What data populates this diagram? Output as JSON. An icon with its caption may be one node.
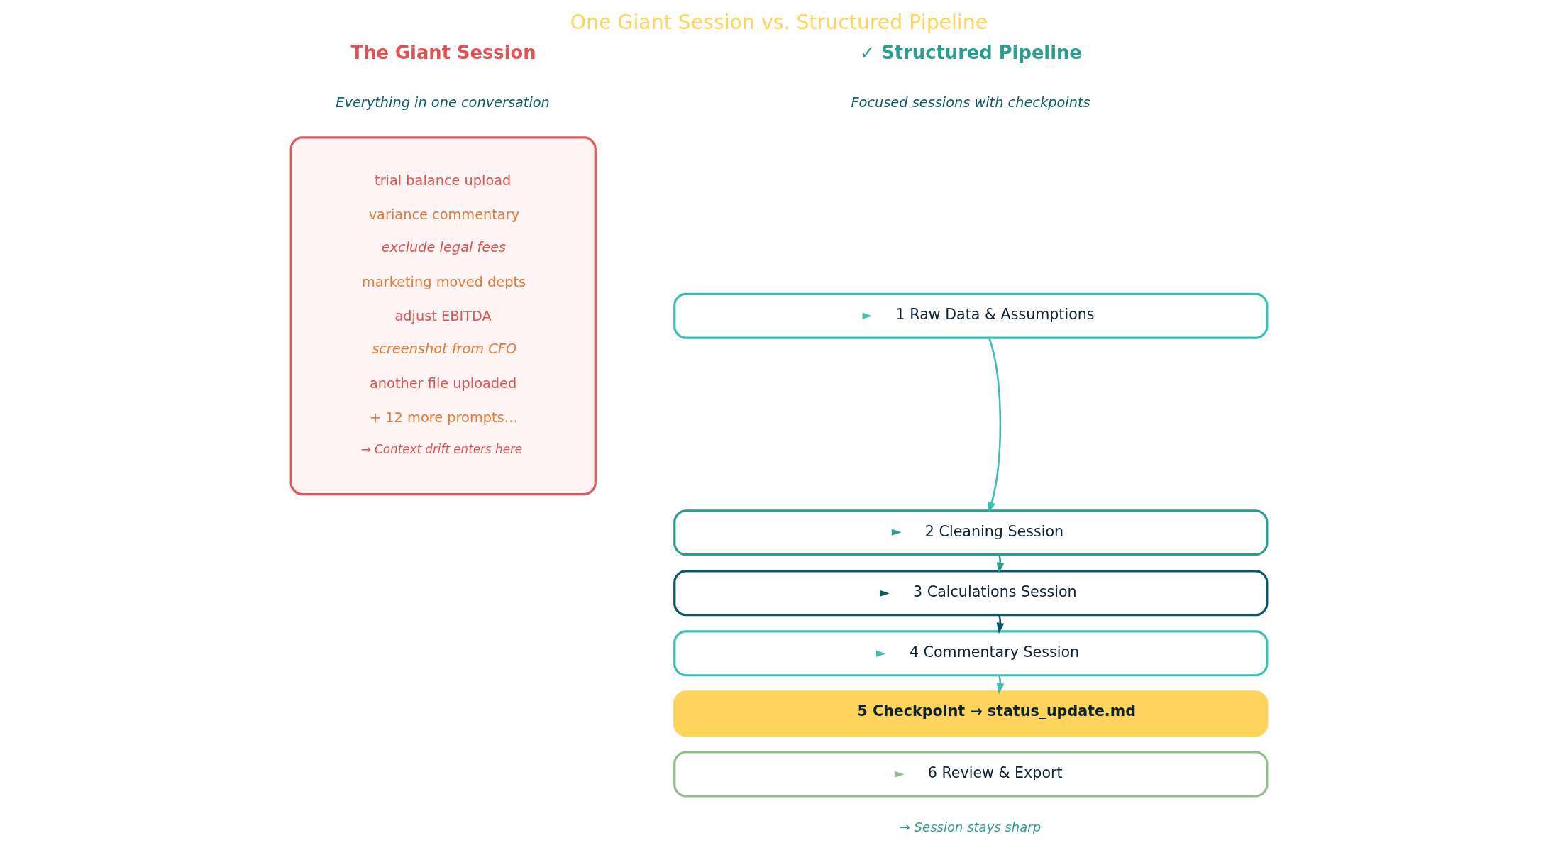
{
  "diagram": {
    "title": "One Giant Session vs. Structured Pipeline",
    "nodes": [
      {
        "text": [
          "trial balance upload",
          "variance commentary",
          "exclude legal fees",
          "marketing moved depts",
          "adjust EBITDA",
          "screenshot from CFO",
          "another file uploaded",
          "+ 12 more prompts…",
          "→ Context drift enters here"
        ]
      },
      {
        "text": [
          "►",
          "1 Raw Data & Assumptions"
        ]
      },
      {
        "text": [
          "►",
          "2 Cleaning Session"
        ]
      },
      {
        "text": [
          "►",
          "3 Calculations Session"
        ]
      },
      {
        "text": [
          "►",
          "4 Commentary Session"
        ]
      },
      {
        "text": [
          "5 Checkpoint → status_update.md"
        ]
      },
      {
        "text": [
          "►",
          "6 Review & Export"
        ]
      }
    ],
    "edges": [
      {
        "from": 1,
        "to": 2,
        "arrow": "to",
        "color": "#3bbfb5"
      },
      {
        "from": 2,
        "to": 3,
        "arrow": "to",
        "color": "#2a9d8f"
      },
      {
        "from": 3,
        "to": 4,
        "arrow": "to",
        "color": "#0b5566"
      },
      {
        "from": 4,
        "to": 5,
        "arrow": "to",
        "color": "#3bbfb5"
      }
    ],
    "labels": [
      "The Giant Session",
      "Everything in one conversation",
      "✓ Structured Pipeline",
      "Focused sessions with checkpoints",
      "→ Session stays sharp"
    ]
  }
}
